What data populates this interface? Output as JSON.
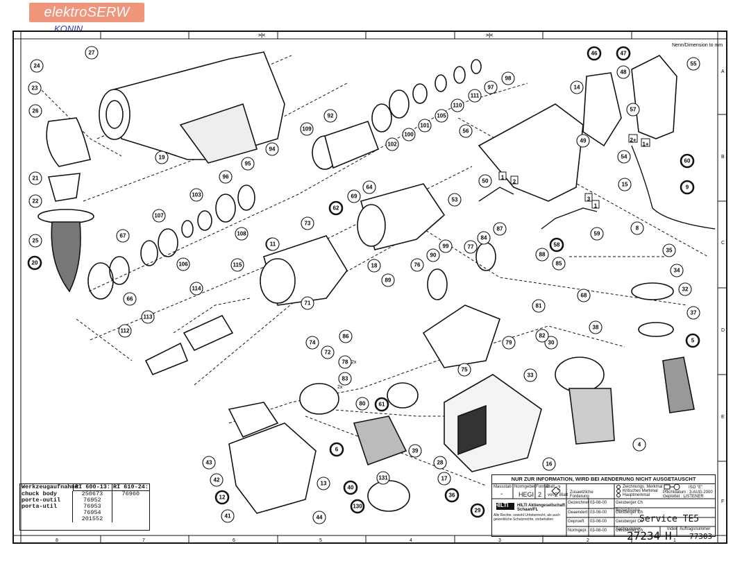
{
  "watermark": {
    "brand": "elektroSERW",
    "city": "KONIN"
  },
  "corner_note": "Nenn/Dimension to mm",
  "grid": {
    "top_mark": ">|<",
    "right_letters": [
      "A",
      "B",
      "C",
      "D",
      "E",
      "F"
    ],
    "bottom_numbers": [
      "8",
      "7",
      "6",
      "5",
      "4",
      "3",
      "2",
      "1"
    ]
  },
  "parts": [
    "1",
    "4",
    "5",
    "6",
    "8",
    "9",
    "11",
    "12",
    "13",
    "14",
    "15",
    "16",
    "17",
    "18",
    "19",
    "20",
    "21",
    "22",
    "23",
    "24",
    "25",
    "26",
    "27",
    "28",
    "29",
    "30",
    "32",
    "33",
    "34",
    "35",
    "36",
    "37",
    "38",
    "39",
    "40",
    "41",
    "42",
    "43",
    "44",
    "46",
    "47",
    "48",
    "49",
    "50",
    "53",
    "54",
    "55",
    "56",
    "57",
    "58",
    "59",
    "60",
    "61",
    "62",
    "64",
    "66",
    "67",
    "68",
    "69",
    "71",
    "72",
    "73",
    "74",
    "75",
    "76",
    "77",
    "78",
    "79",
    "80",
    "81",
    "82",
    "83",
    "84",
    "85",
    "86",
    "87",
    "88",
    "89",
    "90",
    "92",
    "94",
    "95",
    "96",
    "97",
    "98",
    "99",
    "100",
    "101",
    "102",
    "103",
    "105",
    "106",
    "107",
    "108",
    "109",
    "110",
    "111",
    "112",
    "113",
    "114",
    "115",
    "130",
    "131"
  ],
  "wire_labels": [
    "1",
    "2",
    "3",
    "1",
    "2+",
    "1+"
  ],
  "notes": {
    "qty": "2x"
  },
  "tool_holder_table": {
    "label": [
      "Werkzeugaufnahme",
      "chuck body",
      "porte-outil",
      "porta-util"
    ],
    "col1": {
      "header": "RI 600-13:",
      "values": [
        "250673",
        "76952",
        "76953",
        "76954",
        "201552"
      ]
    },
    "col2": {
      "header": "RI 610-24:",
      "values": [
        "76960"
      ]
    }
  },
  "title_block": {
    "notice": "NUR ZUR INFORMATION, WIRD BEI AENDERUNG NICHT AUSGETAUSCHT",
    "brand": "HILTI",
    "company": "HILTI Aktiengesellschaft Schaan/FL",
    "legal": "Alle Rechte, sowohl Urheberrecht, als auch gewerbliche Schutzrechte, vorbehalten",
    "massstab_label": "Massstab",
    "normgeber_label": "Normgeber",
    "format_label": "Format",
    "blatt_label": "Blatt",
    "von_label": "von",
    "massstab": "-",
    "normgeber": "HEGI",
    "format": "2",
    "blatt": "2",
    "von": "2",
    "blatt_suffix": "Blatt",
    "zusatz": "Zusaetzliche Forderung",
    "legend": [
      "Zeichnungs. Merkmal",
      "Kritisches Merkmal",
      "Hauptmerkmal"
    ],
    "projection": "ISO \"E\"",
    "pflicht_date": "Pflichtdatum : 3-AUG-2000",
    "geplottet": "Geplottet : LISTENER",
    "rows": [
      {
        "label": "Gezeichnet",
        "date": "03-08-00",
        "name": "Geisberger Ch"
      },
      {
        "label": "Geaendert",
        "date": "03-08-00",
        "name": "Geisberger Ch"
      },
      {
        "label": "Geprueft",
        "date": "03-08-00",
        "name": "Geisberger Ch"
      },
      {
        "label": "Normgepr.",
        "date": "03-08-00",
        "name": "Geisberger Ch"
      }
    ],
    "bezeichnung_label": "Bezeichnung",
    "title": "Service TE5",
    "sachnummer_label": "Sachnummer",
    "index_label": "Index",
    "auftrag_label": "Auftragsnummer",
    "sachnummer": "27234",
    "index": "H",
    "auftrag": "77303"
  }
}
